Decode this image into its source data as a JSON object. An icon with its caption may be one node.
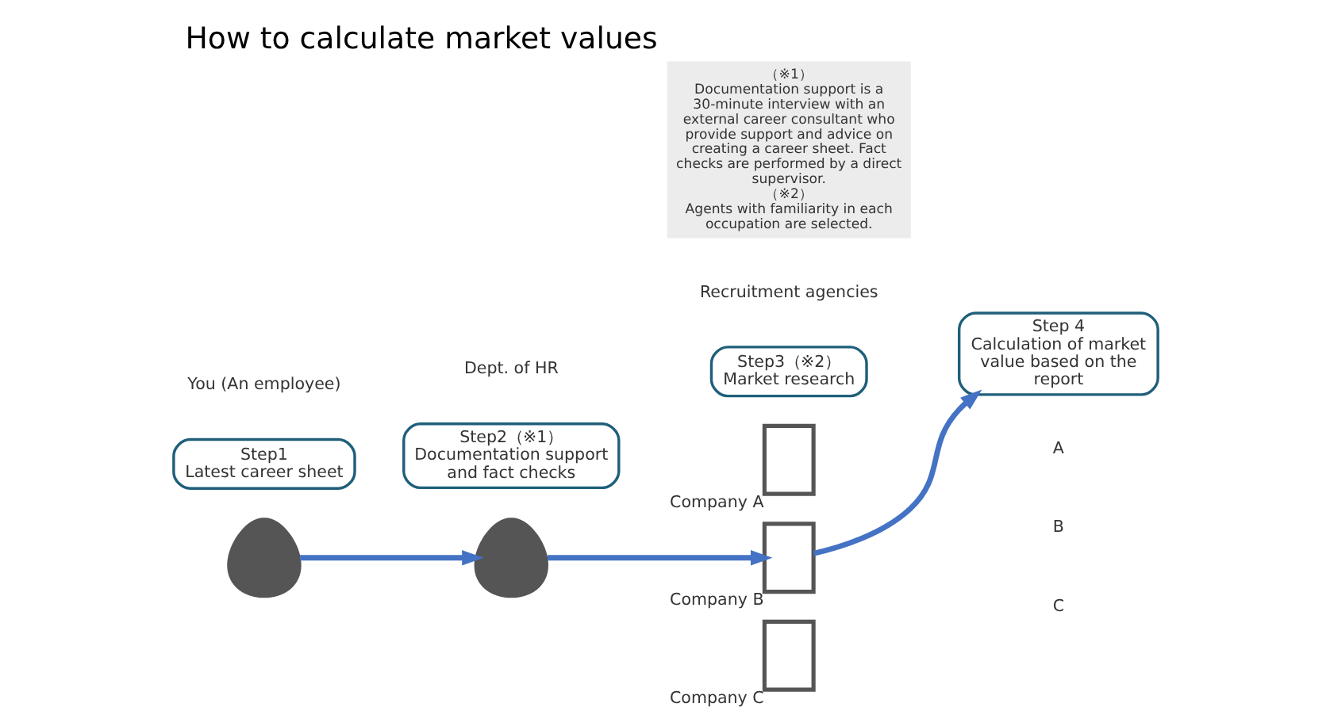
{
  "diagram": {
    "title": "How to calculate market values",
    "nodes": [
      {
        "text": [
          "Step1",
          "Latest career sheet"
        ]
      },
      {
        "text": [],
        "shape": "person"
      },
      {
        "text": [
          "Step2（※1）",
          "Documentation support and fact checks"
        ]
      },
      {
        "text": [],
        "shape": "person"
      },
      {
        "text": [
          "Step3（※2）",
          "Market research"
        ]
      },
      {
        "text": [],
        "shape": "box",
        "beside": [
          "Company A"
        ]
      },
      {
        "text": [],
        "shape": "box",
        "beside": [
          "Company B"
        ]
      },
      {
        "text": [],
        "shape": "box",
        "beside": [
          "Company C"
        ]
      },
      {
        "text": [
          "Step 4",
          "Calculation of market value based on the report"
        ]
      },
      {
        "text": [
          "（※1）",
          "Documentation support is a 30-minute interview with an external career consultant who provide support and advice on creating a career sheet. Fact checks are performed by a direct supervisor.",
          "（※2）",
          "Agents with familiarity in each occupation are selected."
        ]
      }
    ],
    "edges": [
      {
        "from": 1,
        "to": 3,
        "arrow": "to"
      },
      {
        "from": 3,
        "to": 6,
        "arrow": "to"
      },
      {
        "from": 6,
        "to": 8,
        "arrow": "to"
      }
    ],
    "labels": [
      "You (An employee)",
      "Dept. of HR",
      "Recruitment agencies",
      "A",
      "B",
      "C"
    ]
  }
}
